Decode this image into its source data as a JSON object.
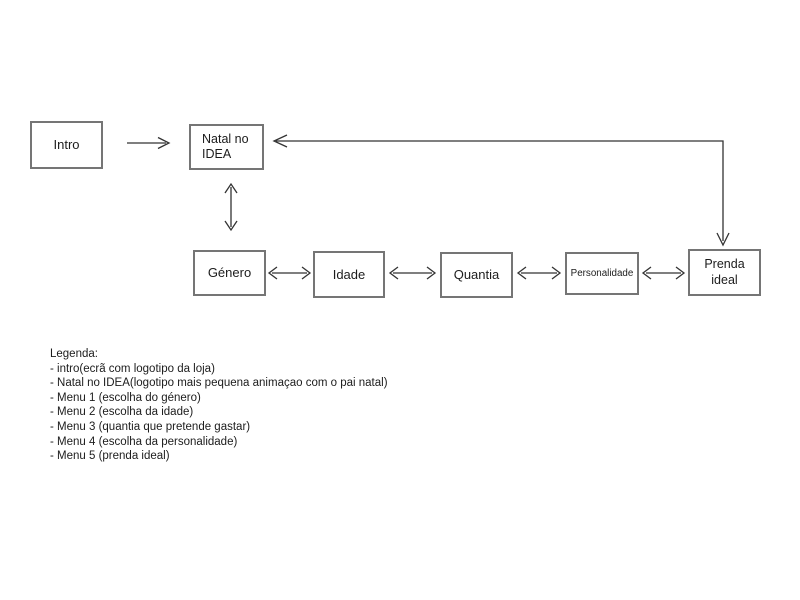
{
  "diagram": {
    "nodes": {
      "intro": {
        "label": "Intro"
      },
      "natal": {
        "label": "Natal no\nIDEA"
      },
      "genero": {
        "label": "Género"
      },
      "idade": {
        "label": "Idade"
      },
      "quantia": {
        "label": "Quantia"
      },
      "personalidade": {
        "label": "Personalidade"
      },
      "prenda": {
        "label": "Prenda\nideal"
      }
    },
    "colors": {
      "background": "#ffffff",
      "box_border": "#757575",
      "arrow": "#333333",
      "text": "#1c1c1c"
    }
  },
  "legend": {
    "title": "Legenda:",
    "items": [
      "- intro(ecrã com logotipo da loja)",
      "- Natal no IDEA(logotipo mais pequena animaçao com o pai natal)",
      "- Menu 1 (escolha do género)",
      "- Menu 2 (escolha da idade)",
      "- Menu 3 (quantia que pretende gastar)",
      "- Menu 4 (escolha da personalidade)",
      "- Menu 5 (prenda ideal)"
    ]
  }
}
